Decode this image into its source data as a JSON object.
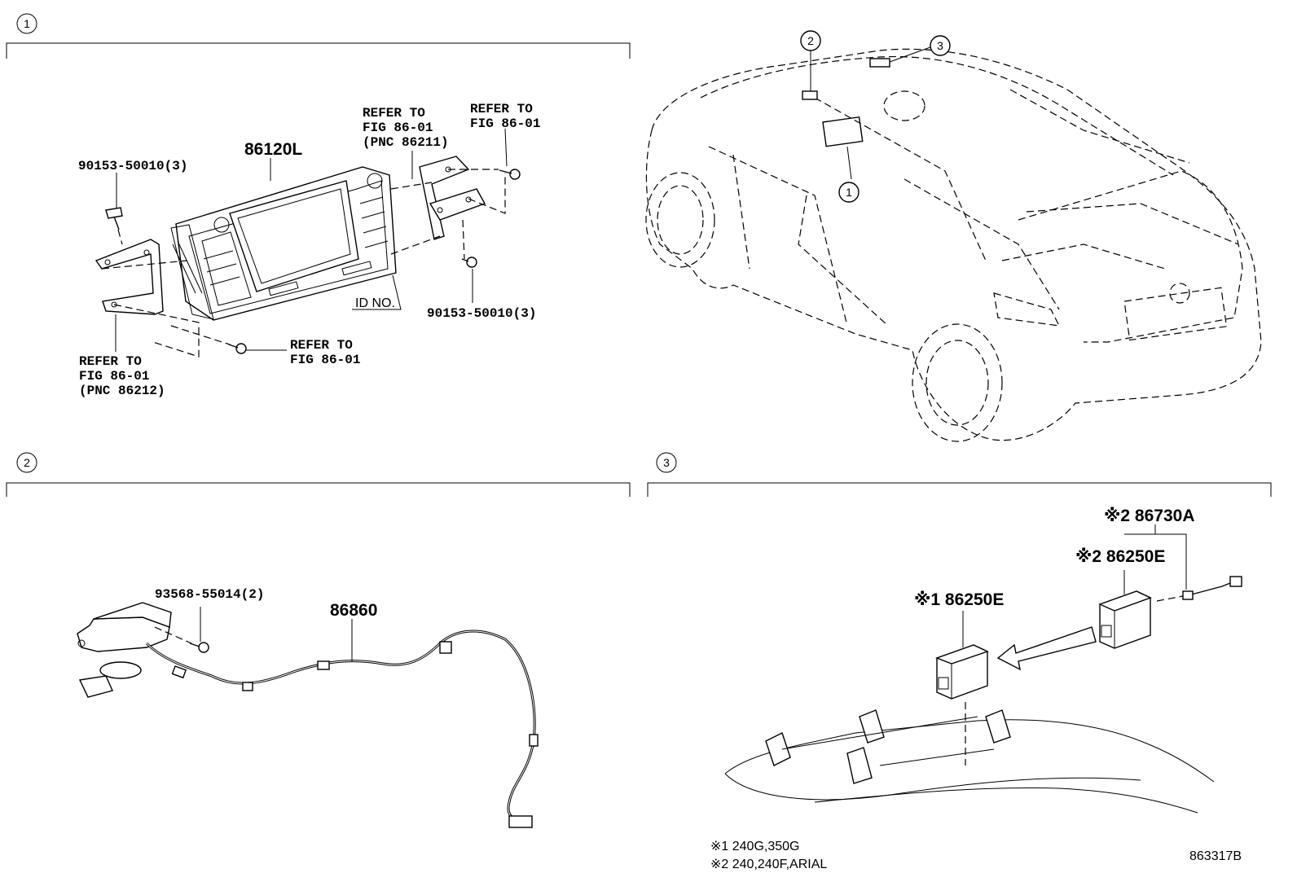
{
  "sections": [
    {
      "id": "1",
      "marker": "①"
    },
    {
      "id": "2",
      "marker": "②"
    },
    {
      "id": "3",
      "marker": "③"
    }
  ],
  "section1": {
    "main_part": "86120L",
    "screw_left": "90153-50010(3)",
    "screw_right": "90153-50010(3)",
    "refer_top_bracket": [
      "REFER TO",
      "FIG 86-01",
      "(PNC 86211)"
    ],
    "refer_top_screw": [
      "REFER TO",
      "FIG 86-01"
    ],
    "refer_bottom_screw": [
      "REFER TO",
      "FIG 86-01"
    ],
    "refer_left_bracket": [
      "REFER TO",
      "FIG 86-01",
      "(PNC 86212)"
    ],
    "id_no": "ID NO."
  },
  "vehicle_view": {
    "callouts": [
      "1",
      "2",
      "3"
    ]
  },
  "section2": {
    "clip": "93568-55014(2)",
    "harness": "86860"
  },
  "section3": {
    "part_a": "※2 86730A",
    "part_b": "※2 86250E",
    "part_c": "※1 86250E"
  },
  "footnotes": [
    "※1 240G,350G",
    "※2 240,240F,ARIAL"
  ],
  "figure_id": "863317B"
}
